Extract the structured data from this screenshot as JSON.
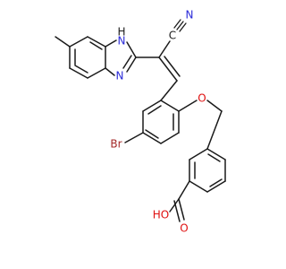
{
  "colors": {
    "bond": "#1a1a1a",
    "carbon": "#1a1a1a",
    "nitrogen": "#2b2bd9",
    "oxygen": "#e01010",
    "bromine": "#a52a2a"
  },
  "atom_labels": {
    "nh": "H",
    "nh_n": "N",
    "imine_n": "N",
    "nitrile_n": "N",
    "nitrile_c": "C",
    "ether_o": "O",
    "br": "Br",
    "oh": "HO",
    "carbonyl_o": "O"
  }
}
